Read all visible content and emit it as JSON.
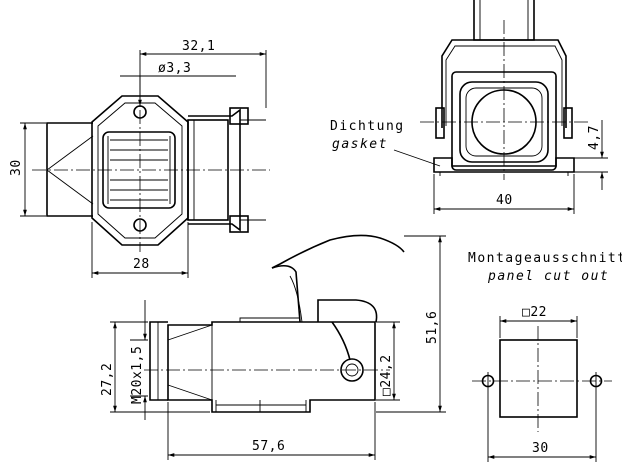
{
  "top_view": {
    "dims": {
      "d_32_1": "32,1",
      "d_dia_3_3": "ø3,3",
      "d_30": "30",
      "d_28": "28"
    }
  },
  "front_view": {
    "gasket_label_de": "Dichtung",
    "gasket_label_en": "gasket",
    "dims": {
      "d_4_7": "4,7",
      "d_40": "40"
    }
  },
  "side_view": {
    "dims": {
      "d_27_2": "27,2",
      "d_m20": "M20x1,5",
      "d_sq_24_2": "□24,2",
      "d_51_6": "51,6",
      "d_57_6": "57,6"
    }
  },
  "cutout": {
    "title_de": "Montageausschnitt",
    "title_en": "panel cut out",
    "dims": {
      "d_sq_22": "□22",
      "d_30": "30"
    }
  }
}
